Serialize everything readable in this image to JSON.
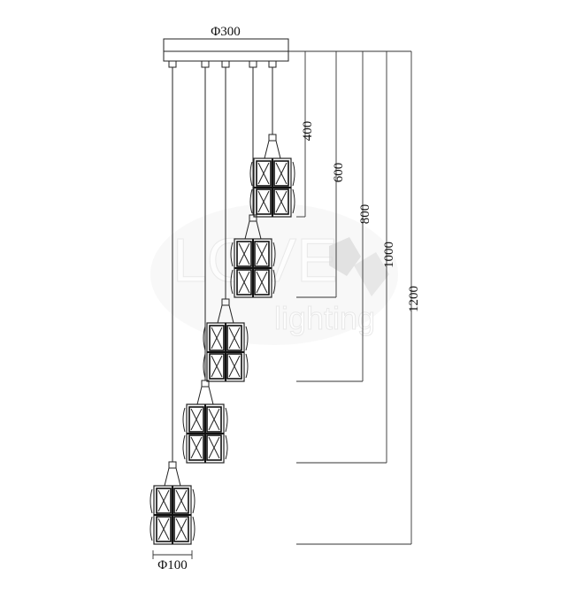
{
  "drawing": {
    "canopy_diameter_label": "Φ300",
    "shade_diameter_label": "Φ100",
    "drop_lengths": [
      "400",
      "600",
      "800",
      "1000",
      "1200"
    ],
    "pendant_count": 5
  },
  "watermark": {
    "logo_top": "LOVE",
    "logo_bottom": "lighting"
  }
}
